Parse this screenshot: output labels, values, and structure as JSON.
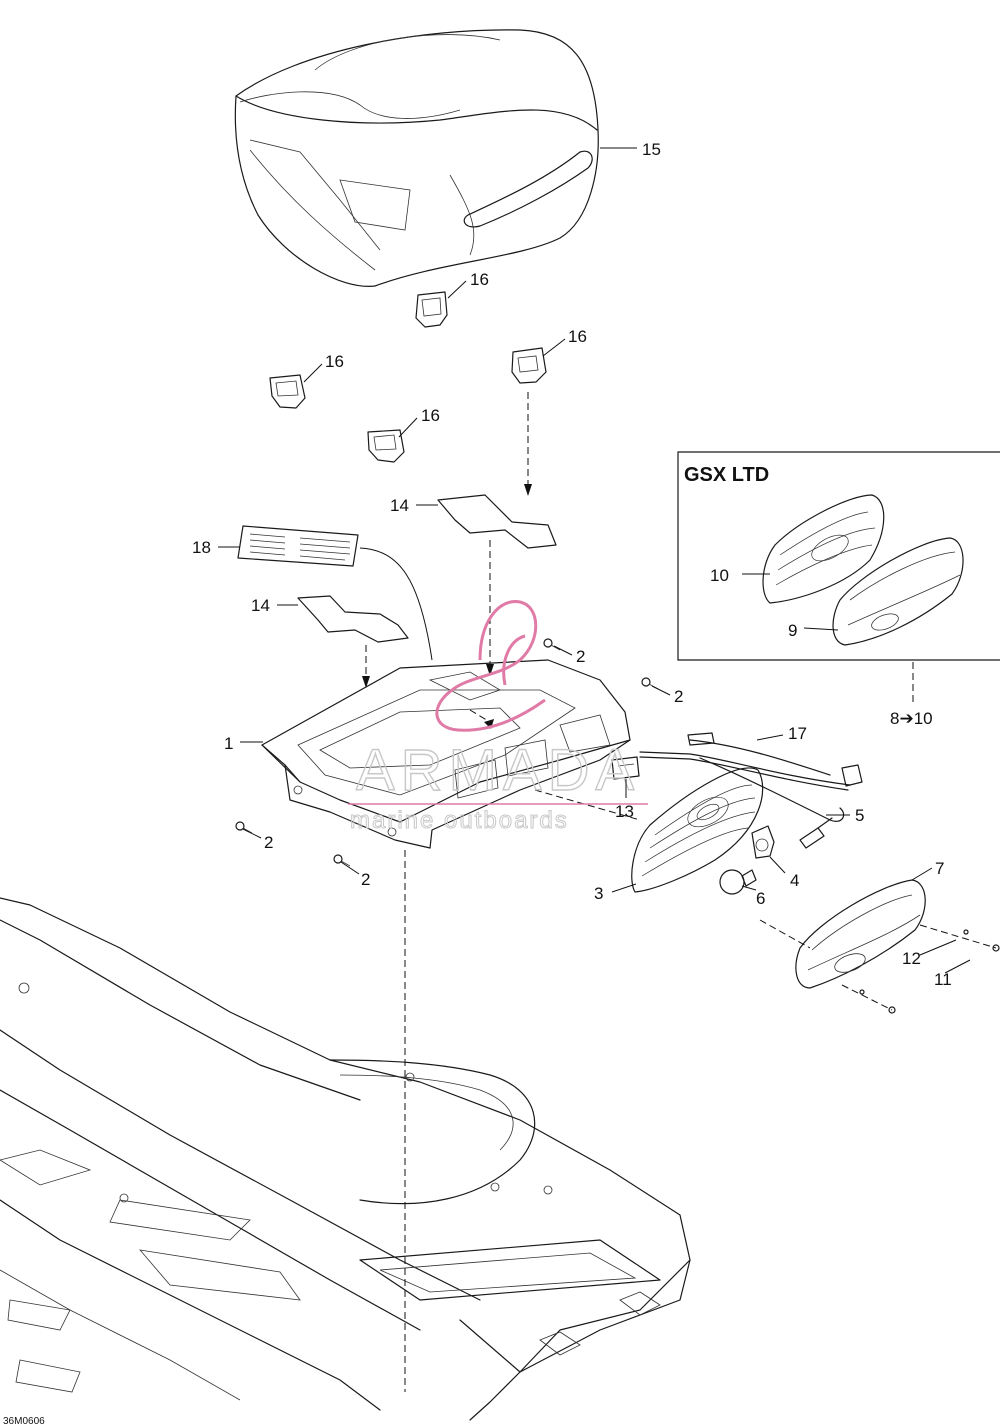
{
  "figure_code": "36M0606",
  "inset": {
    "title": "GSX LTD",
    "range_label": "8➔10"
  },
  "callouts": {
    "c1": "1",
    "c2a": "2",
    "c2b": "2",
    "c2c": "2",
    "c2d": "2",
    "c3": "3",
    "c4": "4",
    "c5": "5",
    "c6": "6",
    "c7": "7",
    "c9": "9",
    "c10": "10",
    "c11": "11",
    "c12": "12",
    "c13": "13",
    "c14a": "14",
    "c14b": "14",
    "c15": "15",
    "c16a": "16",
    "c16b": "16",
    "c16c": "16",
    "c16d": "16",
    "c17": "17",
    "c18": "18"
  },
  "watermark": {
    "brand": "ARMADA",
    "tagline": "marine outboards",
    "accent_color": "#e07aa6",
    "text_color": "#c8c8c8"
  }
}
